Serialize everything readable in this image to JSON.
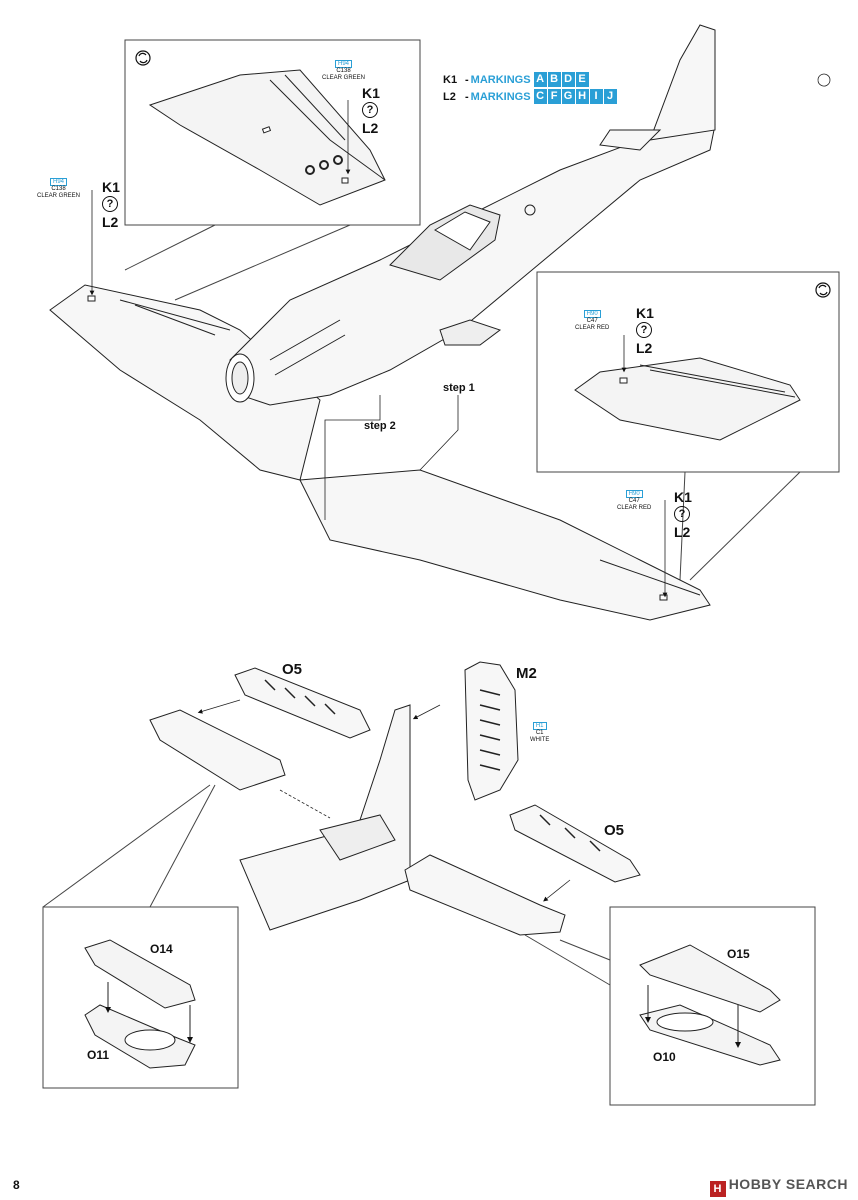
{
  "markings": {
    "rows": [
      {
        "id": "K1",
        "dash": "-",
        "label": "MARKINGS",
        "letters": [
          "A",
          "B",
          "D",
          "E"
        ]
      },
      {
        "id": "L2",
        "dash": "-",
        "label": "MARKINGS",
        "letters": [
          "C",
          "F",
          "G",
          "H",
          "I",
          "J"
        ]
      }
    ],
    "accent_color": "#2a9fd6"
  },
  "callouts": {
    "inset_top": {
      "code": "H94",
      "part": "C138",
      "color": "CLEAR GREEN",
      "k": "K1",
      "l": "L2",
      "q": "?"
    },
    "left_wing": {
      "code": "H94",
      "part": "C138",
      "color": "CLEAR GREEN",
      "k": "K1",
      "l": "L2",
      "q": "?"
    },
    "inset_right": {
      "code": "H90",
      "part": "C47",
      "color": "CLEAR RED",
      "k": "K1",
      "l": "L2",
      "q": "?"
    },
    "right_wing": {
      "code": "H90",
      "part": "C47",
      "color": "CLEAR RED",
      "k": "K1",
      "l": "L2",
      "q": "?"
    },
    "fin": {
      "code": "H1",
      "part": "C1",
      "color": "WHITE"
    }
  },
  "steps": {
    "step1": "step 1",
    "step2": "step 2"
  },
  "parts": {
    "o5_left": "O5",
    "o5_right": "O5",
    "m2": "M2",
    "o14": "O14",
    "o11": "O11",
    "o15": "O15",
    "o10": "O10"
  },
  "page_number": "8",
  "watermark": {
    "logo": "H",
    "text": "HOBBY SEARCH"
  }
}
